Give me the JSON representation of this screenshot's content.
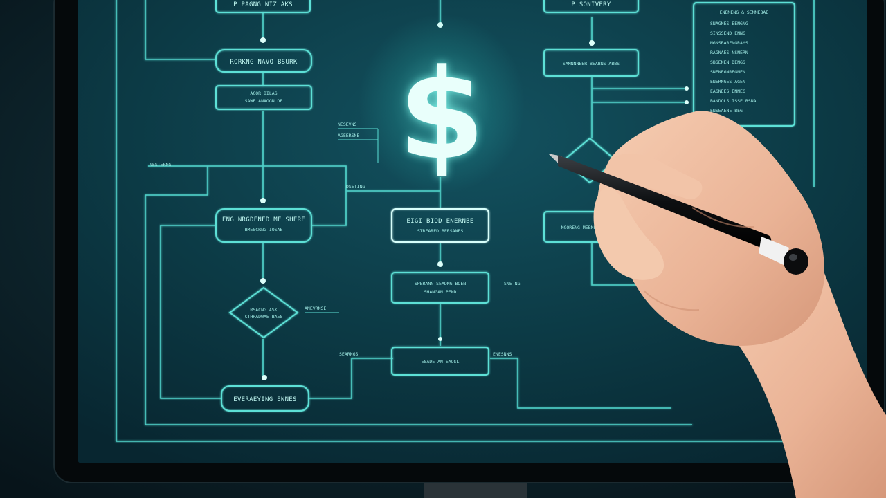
{
  "symbol": "$",
  "colors": {
    "background": "#0b1c22",
    "bezel": "#05090b",
    "screen": "#0e3b44",
    "line": "#58d6cf",
    "glow": "#b9fff6",
    "skin": "#f0c0a2",
    "pen": "#101214"
  },
  "nodes": [
    {
      "id": "n1",
      "label": "P PAGNG NIZ AKS",
      "shape": "box"
    },
    {
      "id": "n2",
      "label": "RORKNG NAVQ BSURK",
      "shape": "box"
    },
    {
      "id": "n3",
      "label": "ACOR BILAG",
      "sub": "SAWE ANAOGNLDE",
      "shape": "box"
    },
    {
      "id": "n4",
      "label": "ENG NRGDENED ME SHERE",
      "sub": "BMESCRNG IOSAB",
      "shape": "box"
    },
    {
      "id": "n5",
      "label": "RSACNG ASK",
      "sub": "CTHRADWAE BAES",
      "shape": "diamond"
    },
    {
      "id": "n6",
      "label": "EVERAEYING ENNES",
      "shape": "box"
    },
    {
      "id": "n7",
      "label": "EIGI BIOD ENERNBE",
      "sub": "STREARED BERSANES",
      "shape": "box"
    },
    {
      "id": "n8",
      "label": "SPERANN SEADNG BOEN",
      "sub": "SHANGAN PEND",
      "shape": "box"
    },
    {
      "id": "n9",
      "label": "ESADE AN EAOSL",
      "shape": "box"
    },
    {
      "id": "n10",
      "label": "P SONIVERY",
      "shape": "box"
    },
    {
      "id": "n11",
      "label": "SAMNNNEER BEABNS ABBS",
      "shape": "box"
    },
    {
      "id": "n12",
      "label": "NGORENG MEBNE",
      "shape": "box"
    }
  ],
  "side_panel": {
    "title": "ENEMENG & SEMMEBAE",
    "lines": [
      "SNAGNES EENGNG",
      "SINSSEND ENNG",
      "NGNSBARENGRAMS",
      "RAGNAES NSNERN",
      "SBSENEN DENGS",
      "SNENEGNREGNEN",
      "ENERNGES AGEN",
      "EAGNEES ENNEG",
      "BANDOLS ISSE BSNA",
      "ENSEAENE BEG"
    ]
  },
  "annotations": [
    {
      "id": "a1",
      "text": "NESTERNG"
    },
    {
      "id": "a2",
      "text": "NESEVNS"
    },
    {
      "id": "a3",
      "text": "AGEERSNE"
    },
    {
      "id": "a4",
      "text": "DSETING"
    },
    {
      "id": "a5",
      "text": "ANEVRNSE"
    },
    {
      "id": "a6",
      "text": "SNE NG"
    },
    {
      "id": "a7",
      "text": "SEARNGS"
    },
    {
      "id": "a8",
      "text": "ENESNNS"
    }
  ]
}
